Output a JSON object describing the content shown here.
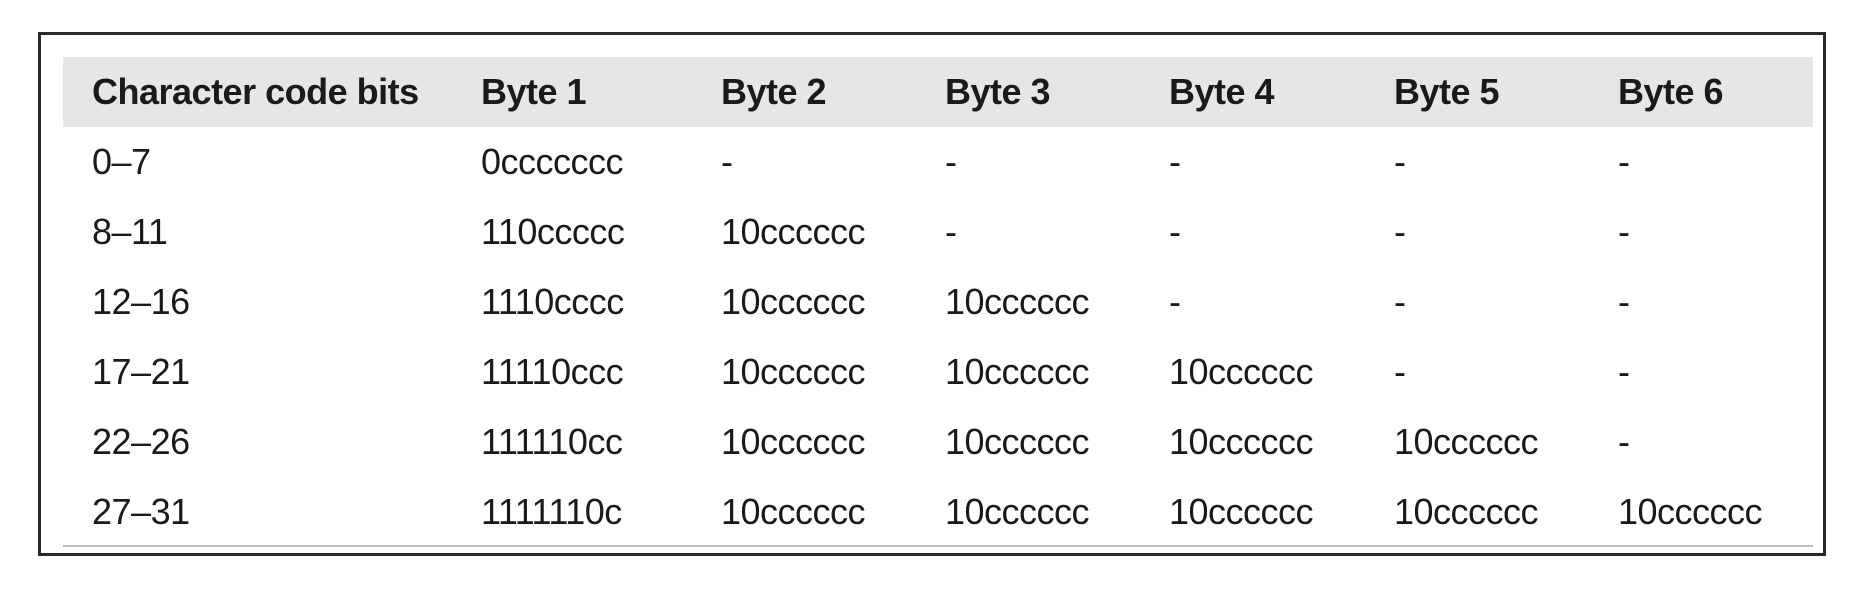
{
  "table": {
    "headers": [
      "Character code bits",
      "Byte 1",
      "Byte 2",
      "Byte 3",
      "Byte 4",
      "Byte 5",
      "Byte 6"
    ],
    "rows": [
      [
        "0–7",
        "0ccccccc",
        "-",
        "-",
        "-",
        "-",
        "-"
      ],
      [
        "8–11",
        "110ccccc",
        "10cccccc",
        "-",
        "-",
        "-",
        "-"
      ],
      [
        "12–16",
        "1110cccc",
        "10cccccc",
        "10cccccc",
        "-",
        "-",
        "-"
      ],
      [
        "17–21",
        "11110ccc",
        "10cccccc",
        "10cccccc",
        "10cccccc",
        "-",
        "-"
      ],
      [
        "22–26",
        "111110cc",
        "10cccccc",
        "10cccccc",
        "10cccccc",
        "10cccccc",
        "-"
      ],
      [
        "27–31",
        "1111110c",
        "10cccccc",
        "10cccccc",
        "10cccccc",
        "10cccccc",
        "10cccccc"
      ]
    ]
  }
}
